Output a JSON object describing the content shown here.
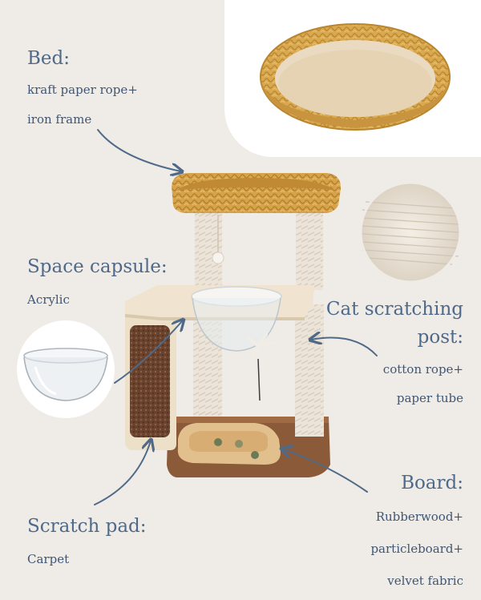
{
  "colors": {
    "background": "#efebe7",
    "text": "#4f6a88",
    "arrow": "#4f6a88",
    "wicker": "#d8a84f",
    "wood": "#e3c594",
    "post": "#efe8df",
    "carpet": "#6b4631",
    "base": "#8a5a38"
  },
  "labels": {
    "bed": {
      "title": "Bed:",
      "lines": [
        "kraft paper rope+",
        "iron frame"
      ]
    },
    "capsule": {
      "title": "Space capsule:",
      "lines": [
        "Acrylic"
      ]
    },
    "post": {
      "title_lines": [
        "Cat scratching",
        "post:"
      ],
      "lines": [
        "cotton rope+",
        "paper tube"
      ]
    },
    "board": {
      "title": "Board:",
      "lines": [
        "Rubberwood+",
        "particleboard+",
        "velvet fabric"
      ]
    },
    "pad": {
      "title": "Scratch pad:",
      "lines": [
        "Carpet"
      ]
    }
  },
  "icons": [
    "wicker-bed-photo",
    "cotton-rope-swatch",
    "acrylic-bowl-swatch",
    "cat-tree-photo"
  ]
}
